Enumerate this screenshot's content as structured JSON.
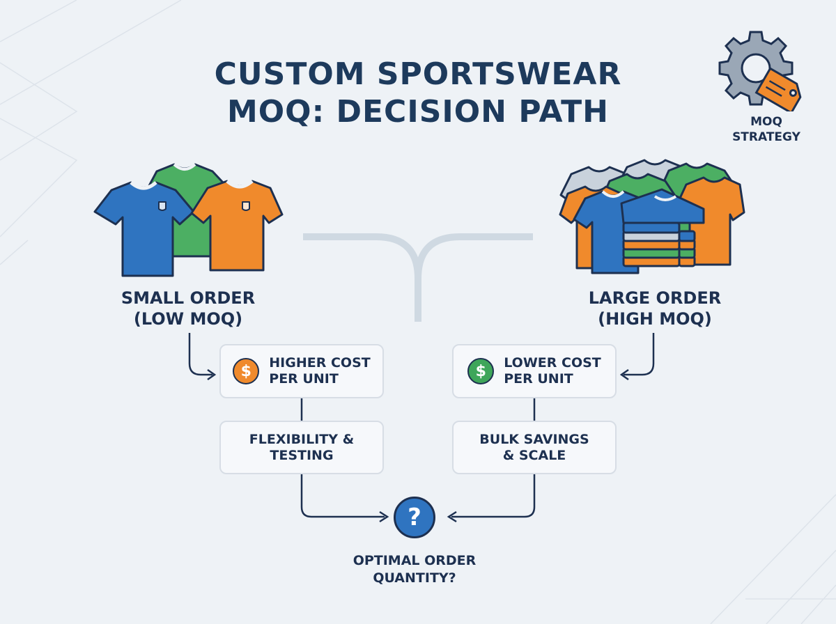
{
  "title": {
    "line1": "CUSTOM SPORTSWEAR",
    "line2": "MOQ: DECISION PATH"
  },
  "badge": {
    "line1": "MOQ",
    "line2": "STRATEGY",
    "icon": "gear-tag-icon"
  },
  "left": {
    "label_line1": "SMALL ORDER",
    "label_line2": "(LOW MOQ)",
    "cost_line1": "HIGHER COST",
    "cost_line2": "PER UNIT",
    "cost_icon": "dollar-coin-icon",
    "benefit_line1": "FLEXIBILITY &",
    "benefit_line2": "TESTING"
  },
  "right": {
    "label_line1": "LARGE ORDER",
    "label_line2": "(HIGH MOQ)",
    "cost_line1": "LOWER COST",
    "cost_line2": "PER UNIT",
    "cost_icon": "dollar-coin-icon",
    "benefit_line1": "BULK SAVINGS",
    "benefit_line2": "& SCALE"
  },
  "result": {
    "symbol": "?",
    "line1": "OPTIMAL ORDER",
    "line2": "QUANTITY?"
  },
  "colors": {
    "navy": "#1d3050",
    "blue": "#2f74c0",
    "green": "#3fa65a",
    "orange": "#f08a2c",
    "connector": "#cfd9e2"
  }
}
